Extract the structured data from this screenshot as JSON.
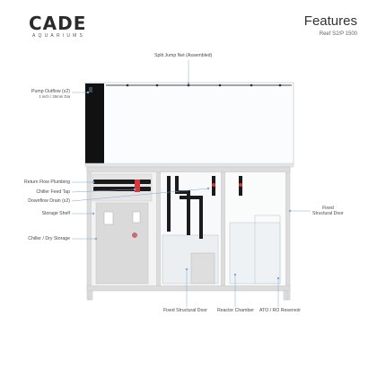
{
  "brand": {
    "name": "CADE",
    "tagline": "AQUARIUMS"
  },
  "header": {
    "title": "Features",
    "model": "Reef S2/P 1500"
  },
  "labels": {
    "split_jump_net": "Split Jump Net (Assembled)",
    "pump_outflow": "Pump Outflow (x2)",
    "pump_outflow_size": "1 inch / 25mm Dia",
    "return_flow_plumbing": "Return Flow Plumbing",
    "chiller_feed_tap": "Chiller Feed Tap",
    "downflow_drain": "Downflow Drain (x2)",
    "storage_shelf": "Storage Shelf",
    "chiller_dry_storage": "Chiller / Dry Storage",
    "fixed_structural_door_right": "Fixed\nStructural Door",
    "fixed_structural_door_bottom": "Fixed Structural Door",
    "reactor_chamber": "Reactor Chamber",
    "ato_ro_reservoir": "ATO / RO Reservoir"
  },
  "colors": {
    "leader_line": "#7fa9d6",
    "cabinet_frame": "#d9d9d9",
    "tank_glass": "#cfd7dc",
    "overflow_box": "#111111",
    "pipe": "#1c1c1c",
    "accent_red": "#d8373b"
  }
}
